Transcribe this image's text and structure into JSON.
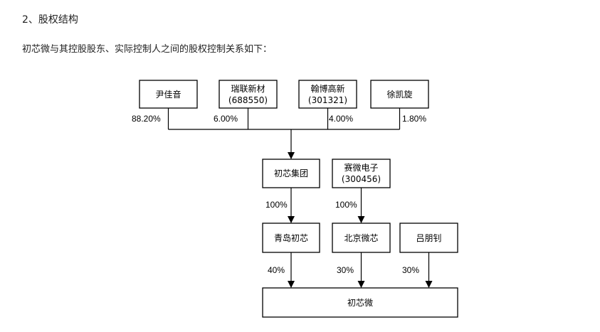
{
  "section": {
    "heading": "2、股权结构",
    "description": "初芯微与其控股股东、实际控制人之间的股权控制关系如下："
  },
  "diagram": {
    "nodes": {
      "yin_jiayin": "尹佳音",
      "ruilian_name": "瑞联新材",
      "ruilian_code": "(688550)",
      "hanbo_name": "翰博高新",
      "hanbo_code": "(301321)",
      "xu_kaixuan": "徐凯旋",
      "chuxin_group": "初芯集团",
      "saiwei_name": "赛微电子",
      "saiwei_code": "(300456)",
      "qingdao_chuxin": "青岛初芯",
      "beijing_weixin": "北京微芯",
      "lv_pengzhao": "吕朋钊",
      "chuxinwei": "初芯微"
    },
    "edges": [
      {
        "from": "尹佳音",
        "to": "初芯集团",
        "share": "88.20%"
      },
      {
        "from": "瑞联新材",
        "to": "初芯集团",
        "share": "6.00%"
      },
      {
        "from": "翰博高新",
        "to": "初芯集团",
        "share": "4.00%"
      },
      {
        "from": "徐凯旋",
        "to": "初芯集团",
        "share": "1.80%"
      },
      {
        "from": "初芯集团",
        "to": "青岛初芯",
        "share": "100%"
      },
      {
        "from": "赛微电子",
        "to": "北京微芯",
        "share": "100%"
      },
      {
        "from": "青岛初芯",
        "to": "初芯微",
        "share": "40%"
      },
      {
        "from": "北京微芯",
        "to": "初芯微",
        "share": "30%"
      },
      {
        "from": "吕朋钊",
        "to": "初芯微",
        "share": "30%"
      }
    ]
  }
}
